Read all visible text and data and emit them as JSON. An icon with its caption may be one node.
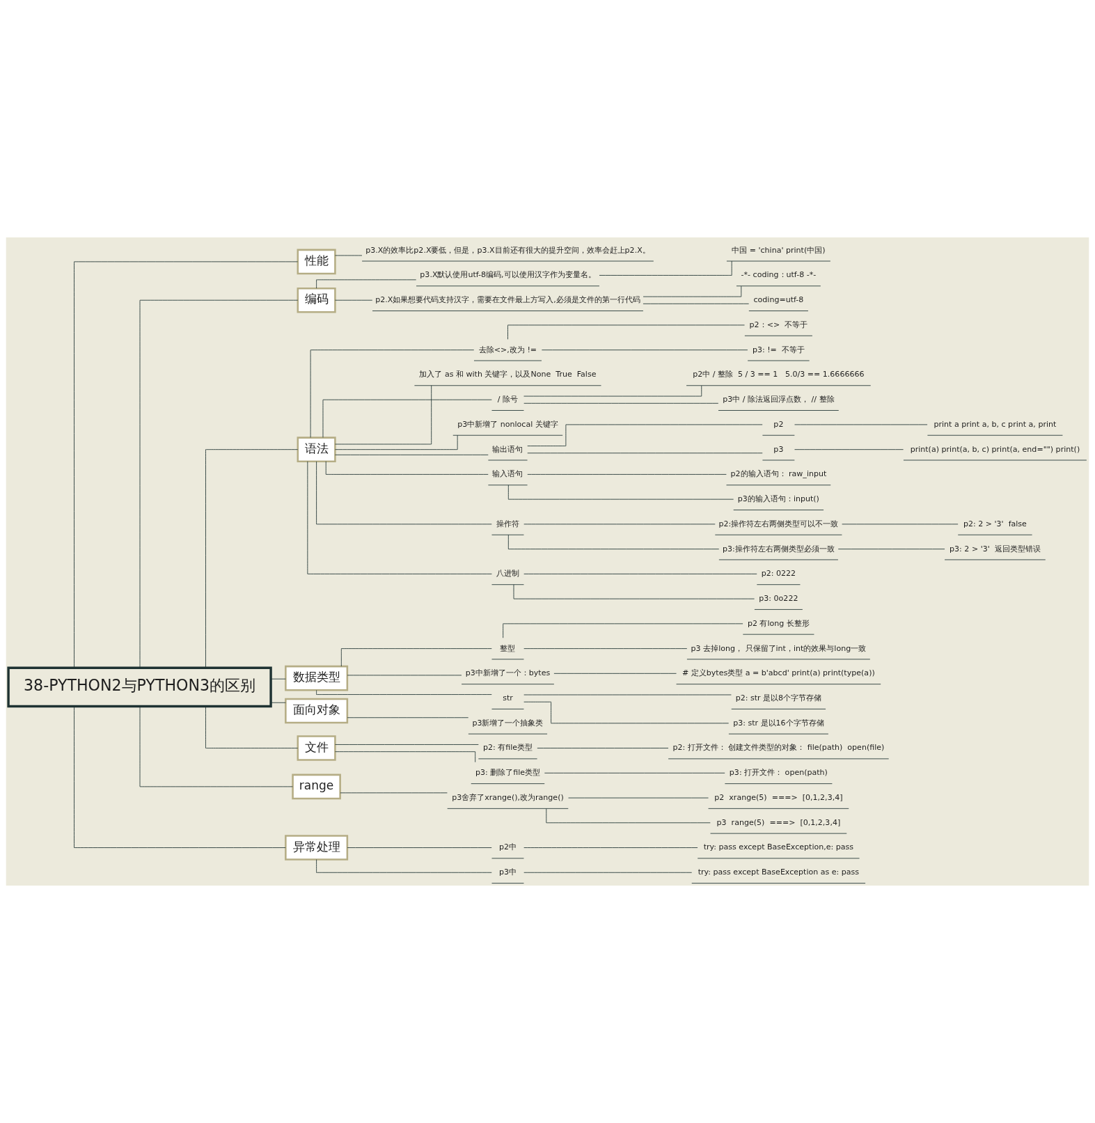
{
  "diagram": {
    "nodes": [
      {
        "text": [
          "38-PYTHON2与PYTHON3的区别"
        ]
      },
      {
        "text": [
          "性能"
        ]
      },
      {
        "text": [
          "p3.X的效率比p2.X要低，但是，p3.X目前还有很大的提升空间，效率会赶上p2.X。"
        ]
      },
      {
        "text": [
          "编码"
        ]
      },
      {
        "text": [
          "p3.X默认使用utf-8编码,可以使用汉字作为变量名。"
        ]
      },
      {
        "text": [
          "中国 = 'china' print(中国)"
        ]
      },
      {
        "text": [
          "p2.X如果想要代码支持汉字，需要在文件最上方写入,必须是文件的第一行代码"
        ]
      },
      {
        "text": [
          "-*- coding：utf-8 -*-"
        ]
      },
      {
        "text": [
          "coding=utf-8"
        ]
      },
      {
        "text": [
          "语法"
        ]
      },
      {
        "text": [
          "去除<>,改为 !="
        ]
      },
      {
        "text": [
          "p2：<>  不等于"
        ]
      },
      {
        "text": [
          "p3: !=  不等于"
        ]
      },
      {
        "text": [
          "加入了 as 和 with 关键字，以及None  True  False"
        ]
      },
      {
        "text": [
          "/ 除号"
        ]
      },
      {
        "text": [
          "p2中 / 整除  5 / 3 == 1   5.0/3 == 1.6666666"
        ]
      },
      {
        "text": [
          "p3中 / 除法返回浮点数， // 整除"
        ]
      },
      {
        "text": [
          "p3中新增了 nonlocal 关键字"
        ]
      },
      {
        "text": [
          "输出语句"
        ]
      },
      {
        "text": [
          "p2"
        ]
      },
      {
        "text": [
          "print a print a, b, c print a, print"
        ]
      },
      {
        "text": [
          "p3"
        ]
      },
      {
        "text": [
          "print(a) print(a, b, c) print(a, end=\"\") print()"
        ]
      },
      {
        "text": [
          "输入语句"
        ]
      },
      {
        "text": [
          "p2的输入语句： raw_input"
        ]
      },
      {
        "text": [
          "p3的输入语句：input()"
        ]
      },
      {
        "text": [
          "操作符"
        ]
      },
      {
        "text": [
          "p2:操作符左右两侧类型可以不一致"
        ]
      },
      {
        "text": [
          "p2: 2 > '3'  false"
        ]
      },
      {
        "text": [
          "p3:操作符左右两侧类型必须一致"
        ]
      },
      {
        "text": [
          "p3: 2 > '3'  返回类型错误"
        ]
      },
      {
        "text": [
          "八进制"
        ]
      },
      {
        "text": [
          "p2: 0222"
        ]
      },
      {
        "text": [
          "p3: 0o222"
        ]
      },
      {
        "text": [
          "数据类型"
        ]
      },
      {
        "text": [
          "整型"
        ]
      },
      {
        "text": [
          "p2 有long 长整形"
        ]
      },
      {
        "text": [
          "p3 去掉long， 只保留了int，int的效果与long一致"
        ]
      },
      {
        "text": [
          "p3中新增了一个：bytes"
        ]
      },
      {
        "text": [
          "# 定义bytes类型 a = b'abcd' print(a) print(type(a))"
        ]
      },
      {
        "text": [
          "str"
        ]
      },
      {
        "text": [
          "p2: str 是以8个字节存储"
        ]
      },
      {
        "text": [
          "p3: str 是以16个字节存储"
        ]
      },
      {
        "text": [
          "面向对象"
        ]
      },
      {
        "text": [
          "p3新增了一个抽象类"
        ]
      },
      {
        "text": [
          "文件"
        ]
      },
      {
        "text": [
          "p2: 有file类型"
        ]
      },
      {
        "text": [
          "p2: 打开文件： 创建文件类型的对象： file(path)  open(file)"
        ]
      },
      {
        "text": [
          "p3: 删除了file类型"
        ]
      },
      {
        "text": [
          "p3: 打开文件： open(path)"
        ]
      },
      {
        "text": [
          "range"
        ]
      },
      {
        "text": [
          "p3舍弃了xrange(),改为range()"
        ]
      },
      {
        "text": [
          "p2  xrange(5)  ===>  [0,1,2,3,4]"
        ]
      },
      {
        "text": [
          "p3  range(5)  ===>  [0,1,2,3,4]"
        ]
      },
      {
        "text": [
          "异常处理"
        ]
      },
      {
        "text": [
          "p2中"
        ]
      },
      {
        "text": [
          "try: pass except BaseException,e: pass"
        ]
      },
      {
        "text": [
          "p3中"
        ]
      },
      {
        "text": [
          "try: pass except BaseException as e: pass"
        ]
      }
    ],
    "edges": [
      {
        "from": 0,
        "to": 1,
        "arrow": "none"
      },
      {
        "from": 1,
        "to": 2,
        "arrow": "none"
      },
      {
        "from": 0,
        "to": 3,
        "arrow": "none"
      },
      {
        "from": 3,
        "to": 4,
        "arrow": "none"
      },
      {
        "from": 4,
        "to": 5,
        "arrow": "none"
      },
      {
        "from": 3,
        "to": 6,
        "arrow": "none"
      },
      {
        "from": 6,
        "to": 7,
        "arrow": "none"
      },
      {
        "from": 6,
        "to": 8,
        "arrow": "none"
      },
      {
        "from": 0,
        "to": 9,
        "arrow": "none"
      },
      {
        "from": 9,
        "to": 10,
        "arrow": "none"
      },
      {
        "from": 10,
        "to": 11,
        "arrow": "none"
      },
      {
        "from": 10,
        "to": 12,
        "arrow": "none"
      },
      {
        "from": 9,
        "to": 13,
        "arrow": "none"
      },
      {
        "from": 9,
        "to": 14,
        "arrow": "none"
      },
      {
        "from": 14,
        "to": 15,
        "arrow": "none"
      },
      {
        "from": 14,
        "to": 16,
        "arrow": "none"
      },
      {
        "from": 9,
        "to": 17,
        "arrow": "none"
      },
      {
        "from": 9,
        "to": 18,
        "arrow": "none"
      },
      {
        "from": 18,
        "to": 19,
        "arrow": "none"
      },
      {
        "from": 19,
        "to": 20,
        "arrow": "none"
      },
      {
        "from": 18,
        "to": 21,
        "arrow": "none"
      },
      {
        "from": 21,
        "to": 22,
        "arrow": "none"
      },
      {
        "from": 9,
        "to": 23,
        "arrow": "none"
      },
      {
        "from": 23,
        "to": 24,
        "arrow": "none"
      },
      {
        "from": 23,
        "to": 25,
        "arrow": "none"
      },
      {
        "from": 9,
        "to": 26,
        "arrow": "none"
      },
      {
        "from": 26,
        "to": 27,
        "arrow": "none"
      },
      {
        "from": 27,
        "to": 28,
        "arrow": "none"
      },
      {
        "from": 26,
        "to": 29,
        "arrow": "none"
      },
      {
        "from": 29,
        "to": 30,
        "arrow": "none"
      },
      {
        "from": 9,
        "to": 31,
        "arrow": "none"
      },
      {
        "from": 31,
        "to": 32,
        "arrow": "none"
      },
      {
        "from": 31,
        "to": 33,
        "arrow": "none"
      },
      {
        "from": 0,
        "to": 34,
        "arrow": "none"
      },
      {
        "from": 34,
        "to": 35,
        "arrow": "none"
      },
      {
        "from": 35,
        "to": 36,
        "arrow": "none"
      },
      {
        "from": 35,
        "to": 37,
        "arrow": "none"
      },
      {
        "from": 34,
        "to": 38,
        "arrow": "none"
      },
      {
        "from": 38,
        "to": 39,
        "arrow": "none"
      },
      {
        "from": 34,
        "to": 40,
        "arrow": "none"
      },
      {
        "from": 40,
        "to": 41,
        "arrow": "none"
      },
      {
        "from": 40,
        "to": 42,
        "arrow": "none"
      },
      {
        "from": 0,
        "to": 43,
        "arrow": "none"
      },
      {
        "from": 43,
        "to": 44,
        "arrow": "none"
      },
      {
        "from": 0,
        "to": 45,
        "arrow": "none"
      },
      {
        "from": 45,
        "to": 46,
        "arrow": "none"
      },
      {
        "from": 46,
        "to": 47,
        "arrow": "none"
      },
      {
        "from": 45,
        "to": 48,
        "arrow": "none"
      },
      {
        "from": 48,
        "to": 49,
        "arrow": "none"
      },
      {
        "from": 0,
        "to": 50,
        "arrow": "none"
      },
      {
        "from": 50,
        "to": 51,
        "arrow": "none"
      },
      {
        "from": 51,
        "to": 52,
        "arrow": "none"
      },
      {
        "from": 51,
        "to": 53,
        "arrow": "none"
      },
      {
        "from": 0,
        "to": 54,
        "arrow": "none"
      },
      {
        "from": 54,
        "to": 55,
        "arrow": "none"
      },
      {
        "from": 55,
        "to": 56,
        "arrow": "none"
      },
      {
        "from": 54,
        "to": 57,
        "arrow": "none"
      },
      {
        "from": 57,
        "to": 58,
        "arrow": "none"
      }
    ]
  }
}
